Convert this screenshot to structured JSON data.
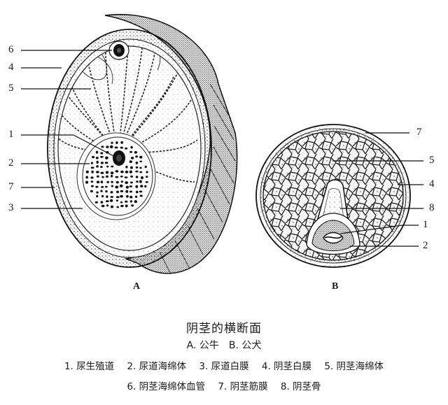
{
  "figure": {
    "panel_a": {
      "label": "A",
      "callouts": [
        "6",
        "4",
        "5",
        "1",
        "2",
        "7",
        "3"
      ]
    },
    "panel_b": {
      "label": "B",
      "callouts": [
        "7",
        "5",
        "4",
        "8",
        "1",
        "2"
      ]
    }
  },
  "caption": {
    "title": "阴茎的横断面",
    "subtitle": "A. 公牛　B. 公犬",
    "legend": [
      "1. 尿生殖道",
      "2. 尿道海绵体",
      "3. 尿道白膜",
      "4. 阴茎白膜",
      "5. 阴茎海绵体",
      "6. 阴茎海绵体血管",
      "7. 阴茎筋膜",
      "8. 阴茎骨"
    ]
  }
}
